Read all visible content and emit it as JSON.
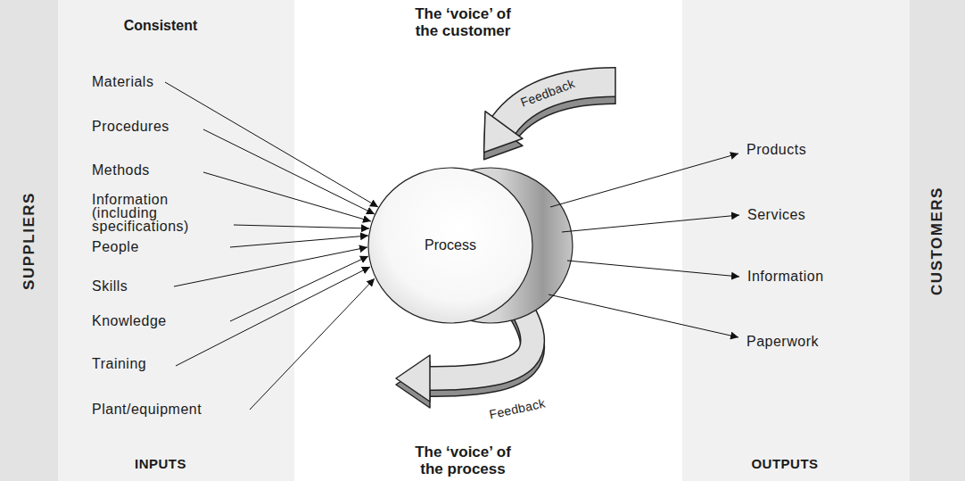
{
  "diagram": {
    "nodes": [
      {
        "text": [
          "SUPPLIERS"
        ]
      },
      {
        "text": [
          "Consistent",
          "INPUTS"
        ]
      },
      {
        "text": [
          "Process"
        ]
      },
      {
        "text": [
          "OUTPUTS"
        ]
      },
      {
        "text": [
          "CUSTOMERS"
        ]
      }
    ],
    "labels": [
      "The ‘voice’ of the customer",
      "Feedback",
      "Materials",
      "Procedures",
      "Methods",
      "Information (including specifications)",
      "People",
      "Skills",
      "Knowledge",
      "Training",
      "Plant/equipment",
      "Products",
      "Services",
      "Information",
      "Paperwork",
      "Feedback",
      "The ‘voice’ of the process"
    ]
  }
}
